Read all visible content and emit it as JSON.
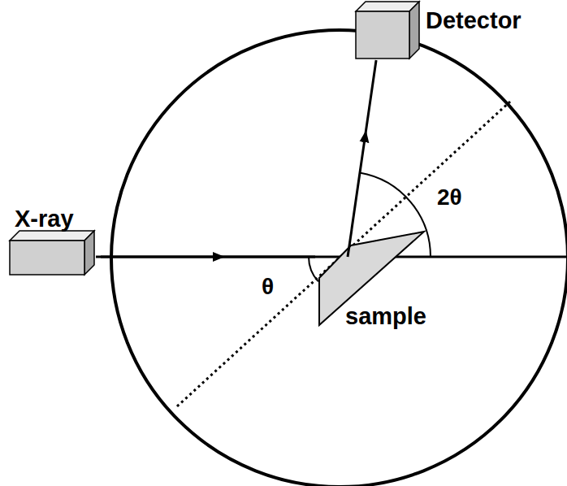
{
  "diagram": {
    "nodes": [
      {
        "text": [
          "Detector"
        ]
      },
      {
        "text": [
          "X-ray"
        ]
      },
      {
        "text": [
          "sample"
        ]
      }
    ],
    "edges": [
      {
        "from": 1,
        "to": 2,
        "arrow": "to"
      },
      {
        "from": 2,
        "to": 0,
        "arrow": "to"
      }
    ],
    "labels": [
      "θ",
      "2θ"
    ]
  }
}
